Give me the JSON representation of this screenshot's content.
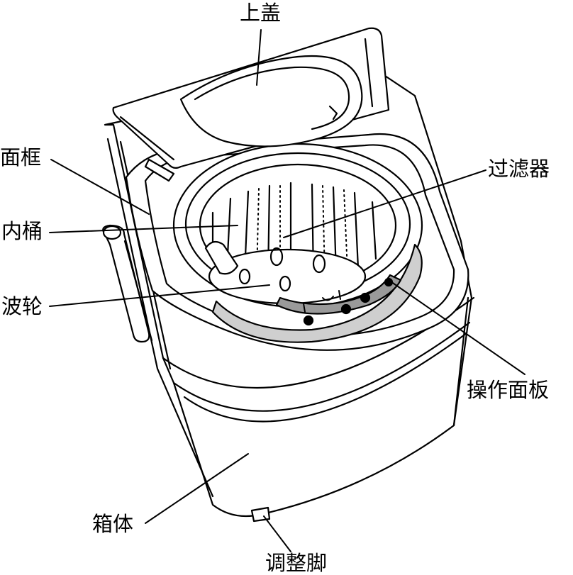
{
  "diagram": {
    "labels": {
      "top_lid": "上盖",
      "frame": "面框",
      "filter": "过滤器",
      "inner_drum": "内桶",
      "pulsator": "波轮",
      "control_panel": "操作面板",
      "cabinet": "箱体",
      "adjustable_foot": "调整脚"
    },
    "colors": {
      "line": "#000000",
      "panel_fill": "#cfcfcf",
      "panel_dark": "#9a9a9a",
      "background": "#ffffff"
    }
  }
}
